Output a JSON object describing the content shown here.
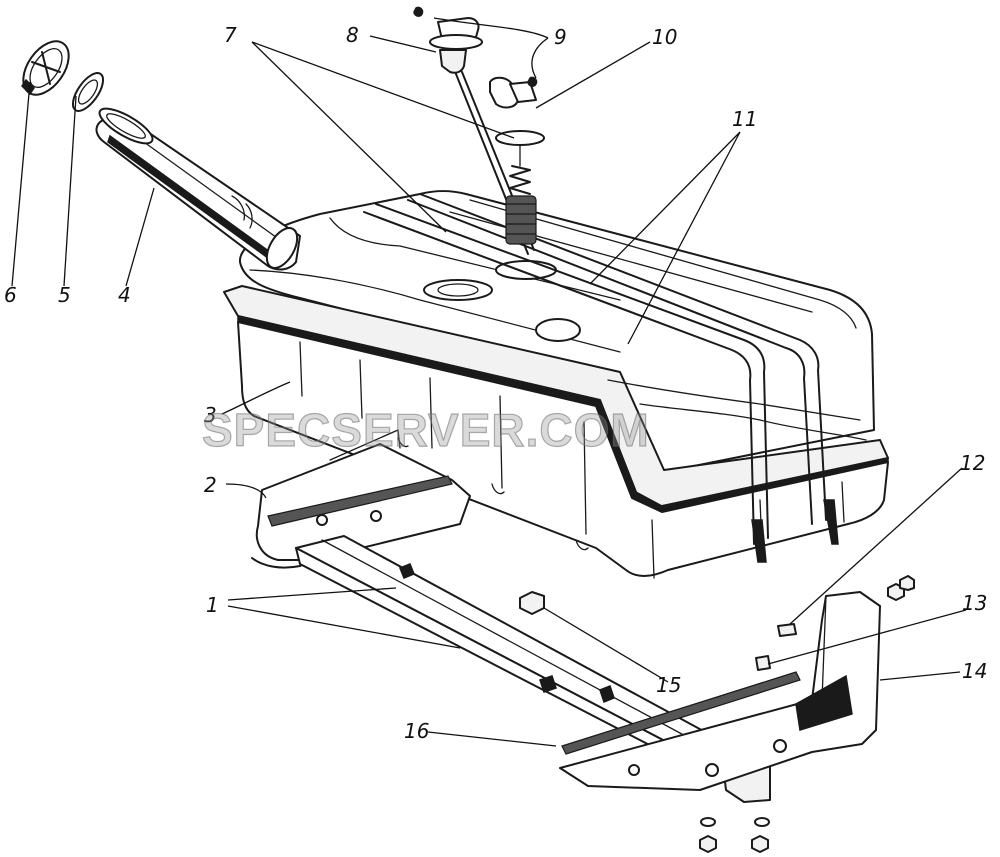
{
  "diagram": {
    "callouts": [
      {
        "id": "1",
        "label": "1"
      },
      {
        "id": "2",
        "label": "2"
      },
      {
        "id": "3",
        "label": "3"
      },
      {
        "id": "4",
        "label": "4"
      },
      {
        "id": "5",
        "label": "5"
      },
      {
        "id": "6",
        "label": "6"
      },
      {
        "id": "7",
        "label": "7"
      },
      {
        "id": "8",
        "label": "8"
      },
      {
        "id": "9",
        "label": "9"
      },
      {
        "id": "10",
        "label": "10"
      },
      {
        "id": "11",
        "label": "11"
      },
      {
        "id": "12",
        "label": "12"
      },
      {
        "id": "13",
        "label": "13"
      },
      {
        "id": "14",
        "label": "14"
      },
      {
        "id": "15",
        "label": "15"
      },
      {
        "id": "16",
        "label": "16"
      }
    ]
  },
  "watermark": "SPECSERVER.COM",
  "colors": {
    "line": "#1a1a1a",
    "paper": "#ffffff",
    "watermark": "#969696"
  }
}
